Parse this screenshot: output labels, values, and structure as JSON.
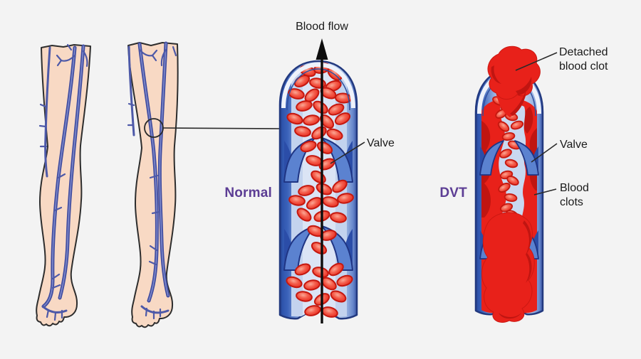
{
  "diagram": {
    "labels": {
      "blood_flow": "Blood flow",
      "normal": "Normal",
      "dvt": "DVT",
      "valve_normal": "Valve",
      "valve_dvt": "Valve",
      "detached_blood_clot": "Detached blood clot",
      "blood_clots": "Blood clots"
    },
    "colors": {
      "background": "#f3f3f3",
      "accent_purple": "#5c3d94",
      "annotation_text": "#1a1a1a",
      "skin": "#f8d9c4",
      "leg_outline": "#2d2d2d",
      "vein_purple_blue": "#3f4b9e",
      "vessel_dark_blue": "#24418f",
      "vessel_lumen_light": "#d9e2f4",
      "valve_blue": "#5b82d0",
      "blood_cell_red": "#ee3a2c",
      "clot_red": "#e8211a",
      "clot_dark_red": "#c01511",
      "arrow_black": "#0d0d0d"
    }
  }
}
